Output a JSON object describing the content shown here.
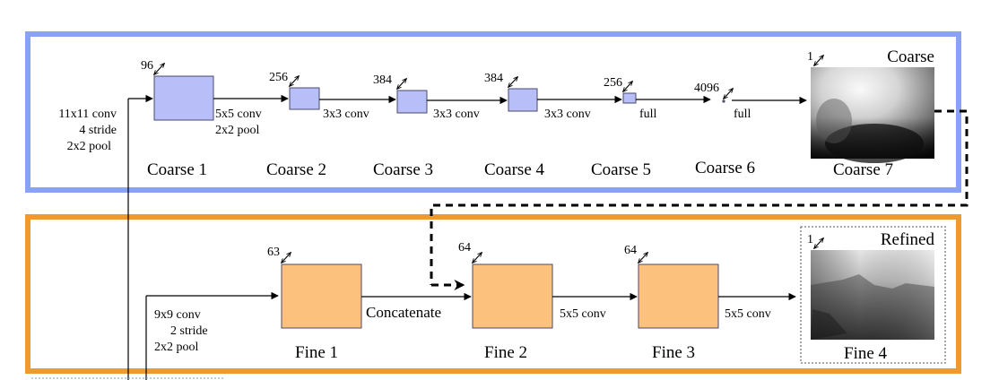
{
  "colors": {
    "coarse_border": "#8aa2f5",
    "fine_border": "#ee9a2e",
    "coarse_fill": "#b8bff8",
    "fine_fill": "#fcc27d",
    "block_stroke": "#4a4a6a",
    "line": "#000000"
  },
  "coarse": {
    "input_op": [
      "11x11 conv",
      "4 stride",
      "2x2 pool"
    ],
    "layers": [
      {
        "label": "Coarse 1",
        "channels": "96"
      },
      {
        "label": "Coarse 2",
        "channels": "256"
      },
      {
        "label": "Coarse 3",
        "channels": "384"
      },
      {
        "label": "Coarse 4",
        "channels": "384"
      },
      {
        "label": "Coarse 5",
        "channels": "256"
      },
      {
        "label": "Coarse 6",
        "channels": "4096"
      },
      {
        "label": "Coarse 7",
        "channels": "1"
      }
    ],
    "ops": [
      "5x5 conv",
      "2x2 pool",
      "3x3 conv",
      "3x3 conv",
      "3x3 conv",
      "full",
      "full"
    ],
    "output_title": "Coarse"
  },
  "fine": {
    "input_op": [
      "9x9 conv",
      "2 stride",
      "2x2 pool"
    ],
    "layers": [
      {
        "label": "Fine 1",
        "channels": "63"
      },
      {
        "label": "Fine 2",
        "channels": "64"
      },
      {
        "label": "Fine 3",
        "channels": "64"
      },
      {
        "label": "Fine 4",
        "channels": "1"
      }
    ],
    "ops": [
      "Concatenate",
      "5x5 conv",
      "5x5 conv"
    ],
    "output_title": "Refined"
  }
}
